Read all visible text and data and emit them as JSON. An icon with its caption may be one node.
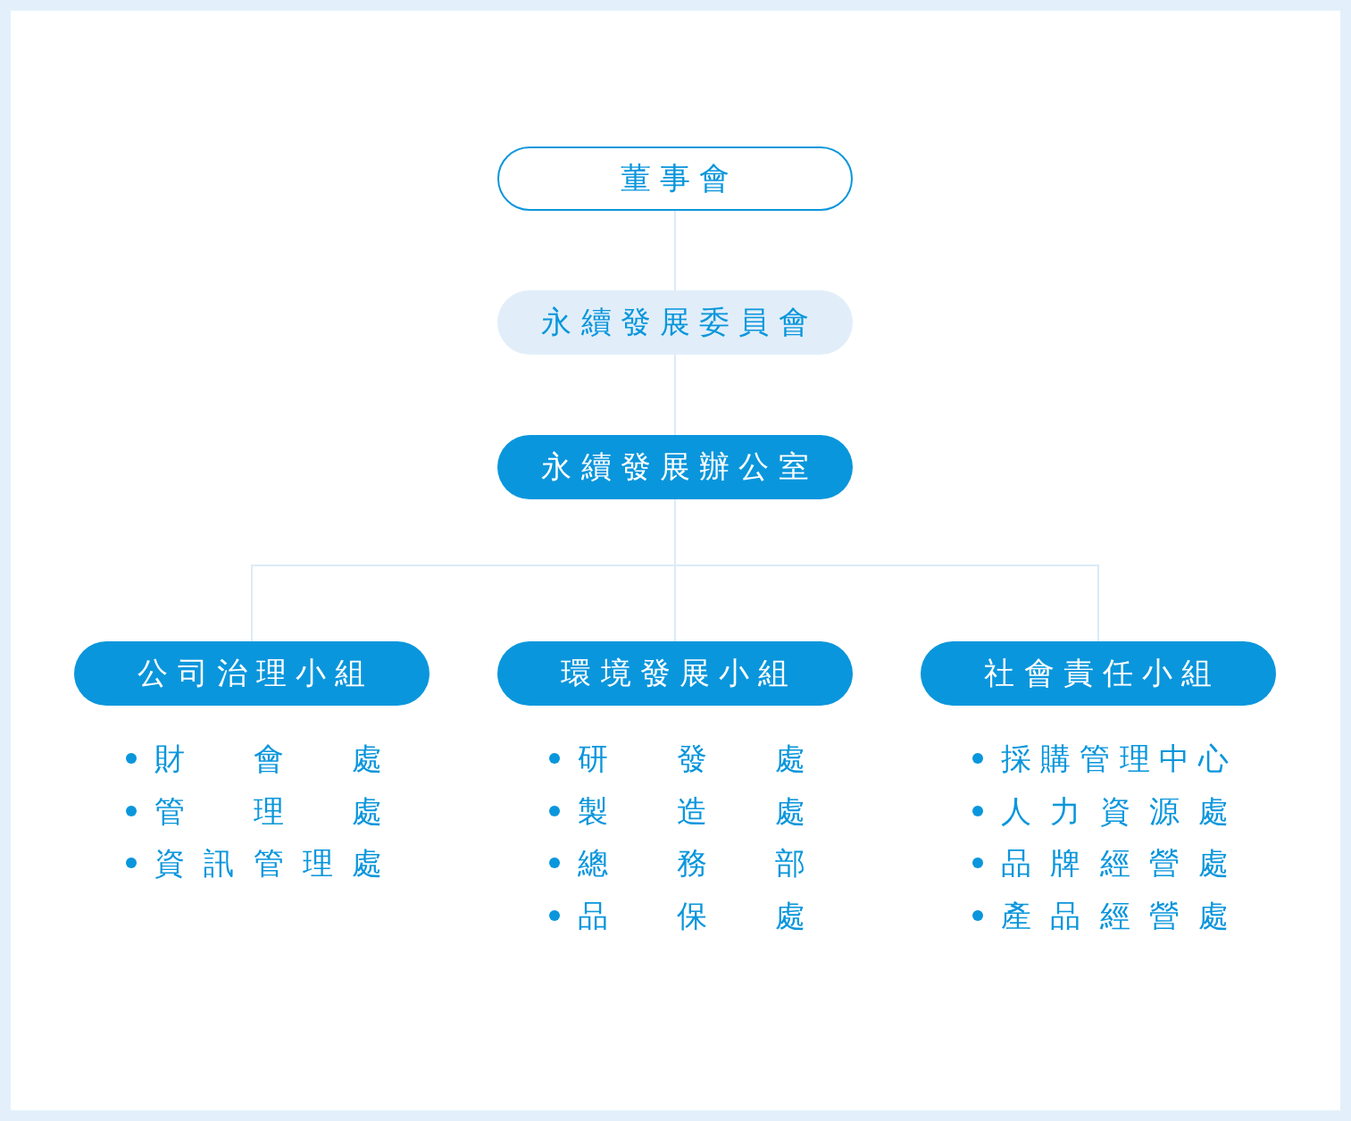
{
  "diagram": {
    "nodes": [
      {
        "text": [
          "董事會"
        ]
      },
      {
        "text": [
          "永續發展委員會"
        ]
      },
      {
        "text": [
          "永續發展辦公室"
        ]
      },
      {
        "text": [
          "公司治理小組"
        ]
      },
      {
        "text": [
          "環境發展小組"
        ]
      },
      {
        "text": [
          "社會責任小組"
        ]
      }
    ],
    "edges": [
      {
        "from": 0,
        "to": 1,
        "arrow": "none"
      },
      {
        "from": 1,
        "to": 2,
        "arrow": "none"
      },
      {
        "from": 2,
        "to": 3,
        "arrow": "none"
      },
      {
        "from": 2,
        "to": 4,
        "arrow": "none"
      },
      {
        "from": 2,
        "to": 5,
        "arrow": "none"
      }
    ],
    "labels": [
      "財會處",
      "管理處",
      "資訊管理處",
      "研發處",
      "製造處",
      "總務部",
      "品保處",
      "採購管理中心",
      "人力資源處",
      "品牌經營處",
      "產品經營處"
    ]
  }
}
